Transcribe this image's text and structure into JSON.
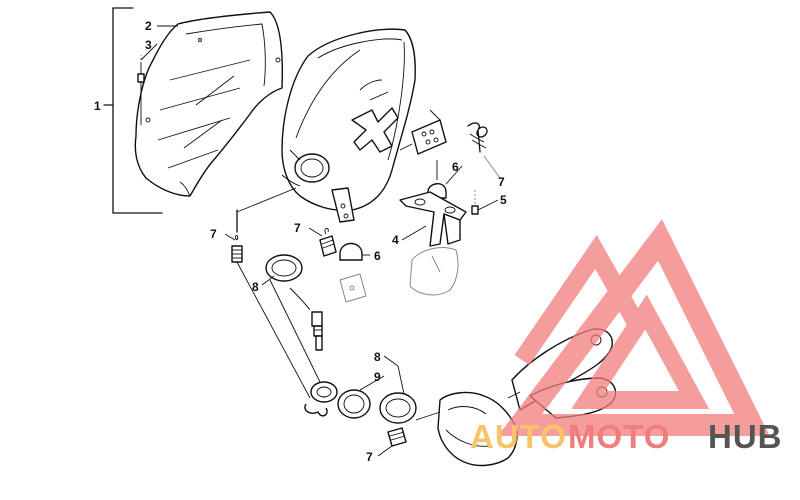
{
  "callouts": {
    "c1": "1",
    "c2": "2",
    "c3": "3",
    "c4": "4",
    "c5": "5",
    "c6a": "6",
    "c6b": "6",
    "c7a": "7",
    "c7b": "7",
    "c7c": "7",
    "c7d": "7",
    "c8a": "8",
    "c8b": "8",
    "c9": "9"
  },
  "watermark": {
    "auto": "AUTO",
    "moto": "MOTO",
    "hub": "HUB",
    "triangle_color": "#f27b7b",
    "auto_color": "#f8c36a",
    "moto_color": "#f27b7b",
    "hub_color": "#555555"
  },
  "colors": {
    "line": "#111111",
    "background": "#ffffff"
  }
}
